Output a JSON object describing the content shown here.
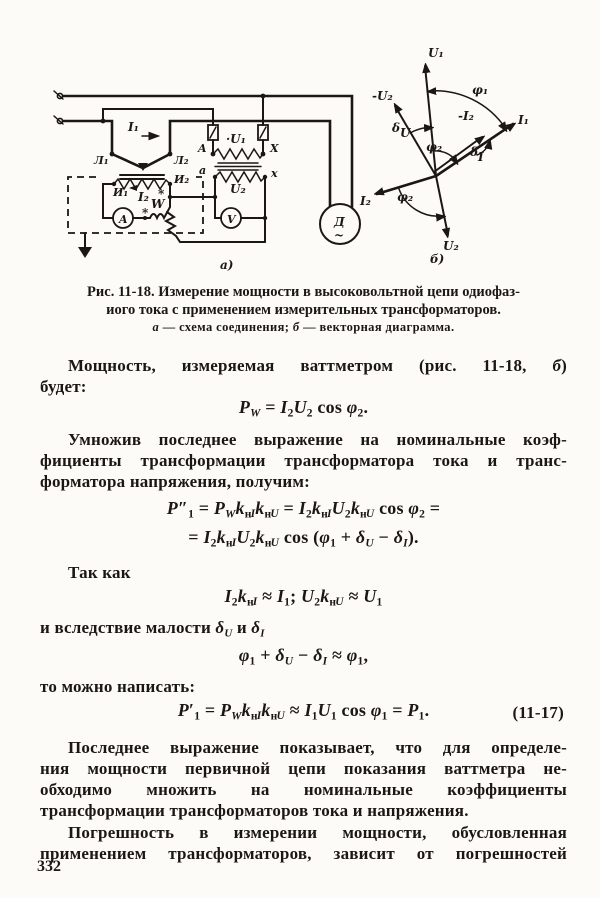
{
  "page": {
    "number": "332"
  },
  "figure": {
    "circuit": {
      "t_l1": "Л₁",
      "t_l2": "Л₂",
      "t_i1": "И₁",
      "t_i2": "И₂",
      "cur_i1": "I₁",
      "cur_i2": "I₂",
      "w": "W",
      "ammeter": "A",
      "voltmeter": "V",
      "motor": "Д",
      "motor_wave": "~",
      "t_A": "A",
      "t_X": "X",
      "t_a": "a",
      "t_x": "x",
      "u1": "·U₁",
      "u2": "U₂",
      "star": "*",
      "label": "а)"
    },
    "vector": {
      "u1": "U₁",
      "minus_u2": "-U₂",
      "i1": "I₁",
      "minus_i2": "-I₂",
      "i2": "I₂",
      "u2": "U₂",
      "phi1": "φ₁",
      "phi2_center": "φ₂",
      "phi2_bottom": "φ₂",
      "delta_u_main": "δ",
      "delta_u_sub": "U",
      "delta_i_main": "δ",
      "delta_i_sub": "I",
      "label": "б)"
    },
    "caption": {
      "line1": "Рис. 11-18. Измерение мощности в высоковольтной цепи одиофаз-",
      "line2": "иого тока с применением измерительных трансформаторов.",
      "line3": [
        [
          "bi",
          "а"
        ],
        [
          "t",
          " — схема соединения; "
        ],
        [
          "bi",
          "б"
        ],
        [
          "t",
          " — векторная диаграмма."
        ]
      ]
    }
  },
  "body": {
    "p1_line1": [
      [
        "t",
        "Мощность, измеряемая ваттметром (рис. 11-18, "
      ],
      [
        "v",
        "б"
      ],
      [
        "t",
        ")"
      ]
    ],
    "p1_line2": "будет:",
    "f1": [
      [
        "v",
        "P"
      ],
      [
        "si",
        "W"
      ],
      [
        "t",
        " = "
      ],
      [
        "v",
        "I"
      ],
      [
        "s",
        "2"
      ],
      [
        "v",
        "U"
      ],
      [
        "s",
        "2"
      ],
      [
        "t",
        " cos "
      ],
      [
        "v",
        "φ"
      ],
      [
        "s",
        "2"
      ],
      [
        "t",
        "."
      ]
    ],
    "p2_line1": "Умножив последнее выражение на номинальные коэф-",
    "p2_line2": "фициенты трансформации трансформатора тока и транс-",
    "p2_line3": "форматора напряжения, получим:",
    "f2a": [
      [
        "v",
        "P"
      ],
      [
        "t",
        "″"
      ],
      [
        "s",
        "1"
      ],
      [
        "t",
        " = "
      ],
      [
        "v",
        "P"
      ],
      [
        "si",
        "W"
      ],
      [
        "v",
        "k"
      ],
      [
        "s",
        "н"
      ],
      [
        "si",
        "I"
      ],
      [
        "v",
        "k"
      ],
      [
        "s",
        "н"
      ],
      [
        "si",
        "U"
      ],
      [
        "t",
        " = "
      ],
      [
        "v",
        "I"
      ],
      [
        "s",
        "2"
      ],
      [
        "v",
        "k"
      ],
      [
        "s",
        "н"
      ],
      [
        "si",
        "I"
      ],
      [
        "v",
        "U"
      ],
      [
        "s",
        "2"
      ],
      [
        "v",
        "k"
      ],
      [
        "s",
        "н"
      ],
      [
        "si",
        "U"
      ],
      [
        "t",
        " cos "
      ],
      [
        "v",
        "φ"
      ],
      [
        "s",
        "2"
      ],
      [
        "t",
        " ="
      ]
    ],
    "f2b": [
      [
        "t",
        "= "
      ],
      [
        "v",
        "I"
      ],
      [
        "s",
        "2"
      ],
      [
        "v",
        "k"
      ],
      [
        "s",
        "н"
      ],
      [
        "si",
        "I"
      ],
      [
        "v",
        "U"
      ],
      [
        "s",
        "2"
      ],
      [
        "v",
        "k"
      ],
      [
        "s",
        "н"
      ],
      [
        "si",
        "U"
      ],
      [
        "t",
        " cos ("
      ],
      [
        "v",
        "φ"
      ],
      [
        "s",
        "1"
      ],
      [
        "t",
        " + "
      ],
      [
        "v",
        "δ"
      ],
      [
        "si",
        "U"
      ],
      [
        "t",
        " − "
      ],
      [
        "v",
        "δ"
      ],
      [
        "si",
        "I"
      ],
      [
        "t",
        ")."
      ]
    ],
    "p3": "Так как",
    "f3": [
      [
        "v",
        "I"
      ],
      [
        "s",
        "2"
      ],
      [
        "v",
        "k"
      ],
      [
        "s",
        "н"
      ],
      [
        "si",
        "I"
      ],
      [
        "t",
        " ≈ "
      ],
      [
        "v",
        "I"
      ],
      [
        "s",
        "1"
      ],
      [
        "t",
        ";  "
      ],
      [
        "v",
        "U"
      ],
      [
        "s",
        "2"
      ],
      [
        "v",
        "k"
      ],
      [
        "s",
        "н"
      ],
      [
        "si",
        "U"
      ],
      [
        "t",
        " ≈ "
      ],
      [
        "v",
        "U"
      ],
      [
        "s",
        "1"
      ]
    ],
    "p4": [
      [
        "t",
        "и вследствие малости "
      ],
      [
        "v",
        "δ"
      ],
      [
        "si",
        "U"
      ],
      [
        "t",
        " и "
      ],
      [
        "v",
        "δ"
      ],
      [
        "si",
        "I"
      ]
    ],
    "f4": [
      [
        "v",
        "φ"
      ],
      [
        "s",
        "1"
      ],
      [
        "t",
        " + "
      ],
      [
        "v",
        "δ"
      ],
      [
        "si",
        "U"
      ],
      [
        "t",
        " − "
      ],
      [
        "v",
        "δ"
      ],
      [
        "si",
        "I"
      ],
      [
        "t",
        " ≈ "
      ],
      [
        "v",
        "φ"
      ],
      [
        "s",
        "1"
      ],
      [
        "t",
        ","
      ]
    ],
    "p5": "то можно написать:",
    "f5": [
      [
        "v",
        "P"
      ],
      [
        "t",
        "′"
      ],
      [
        "s",
        "1"
      ],
      [
        "t",
        " = "
      ],
      [
        "v",
        "P"
      ],
      [
        "si",
        "W"
      ],
      [
        "v",
        "k"
      ],
      [
        "s",
        "н"
      ],
      [
        "si",
        "I"
      ],
      [
        "v",
        "k"
      ],
      [
        "s",
        "н"
      ],
      [
        "si",
        "U"
      ],
      [
        "t",
        " ≈ "
      ],
      [
        "v",
        "I"
      ],
      [
        "s",
        "1"
      ],
      [
        "v",
        "U"
      ],
      [
        "s",
        "1"
      ],
      [
        "t",
        " cos "
      ],
      [
        "v",
        "φ"
      ],
      [
        "s",
        "1"
      ],
      [
        "t",
        " = "
      ],
      [
        "v",
        "P"
      ],
      [
        "s",
        "1"
      ],
      [
        "t",
        "."
      ]
    ],
    "eq_number": "(11-17)",
    "p6_line1": "Последнее выражение показывает, что для определе-",
    "p6_line2": "ния мощности первичной цепи показания ваттметра не-",
    "p6_line3": "обходимо множить на номинальные коэффициенты",
    "p6_line4": "трансформации трансформаторов тока и напряжения.",
    "p7_line1": "Погрешность в измерении мощности, обусловленная",
    "p7_line2": "применением трансформаторов, зависит от погрешностей"
  }
}
